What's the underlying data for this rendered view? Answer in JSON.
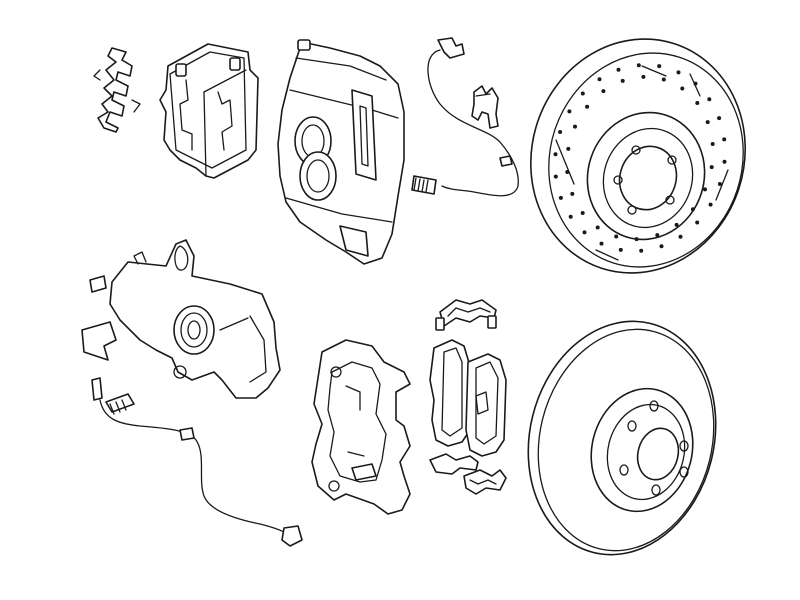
{
  "figure": {
    "background": "#ffffff",
    "line_color": "#1a1a1a"
  },
  "parts": [
    {
      "id": "pad-retaining-clip-front",
      "icon": "clip-icon"
    },
    {
      "id": "brake-pads-front",
      "icon": "brake-pad-icon"
    },
    {
      "id": "brake-caliper-front",
      "icon": "caliper-icon"
    },
    {
      "id": "wear-sensor-front",
      "icon": "sensor-cable-icon"
    },
    {
      "id": "anti-rattle-clip-front",
      "icon": "clip-icon"
    },
    {
      "id": "brake-disc-front-drilled",
      "icon": "brake-disc-icon"
    },
    {
      "id": "brake-caliper-rear",
      "icon": "caliper-icon"
    },
    {
      "id": "wear-sensor-rear",
      "icon": "sensor-cable-icon"
    },
    {
      "id": "caliper-carrier-rear",
      "icon": "caliper-bracket-icon"
    },
    {
      "id": "brake-pads-rear",
      "icon": "brake-pad-icon"
    },
    {
      "id": "pad-clips-rear",
      "icon": "clip-icon"
    },
    {
      "id": "brake-disc-rear",
      "icon": "brake-disc-icon"
    }
  ]
}
